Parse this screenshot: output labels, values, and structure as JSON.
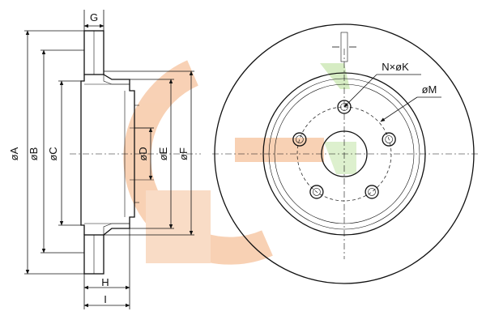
{
  "labels": {
    "A": "øA",
    "B": "øB",
    "C": "øC",
    "D": "øD",
    "E": "øE",
    "F": "øF",
    "G": "G",
    "H": "H",
    "I": "I",
    "M": "øM",
    "NK": "N×øK"
  },
  "colors": {
    "line": "#111111",
    "watermark_orange": "#f7c9a8",
    "watermark_green": "#cfe9b9"
  },
  "bolt_holes": 5
}
